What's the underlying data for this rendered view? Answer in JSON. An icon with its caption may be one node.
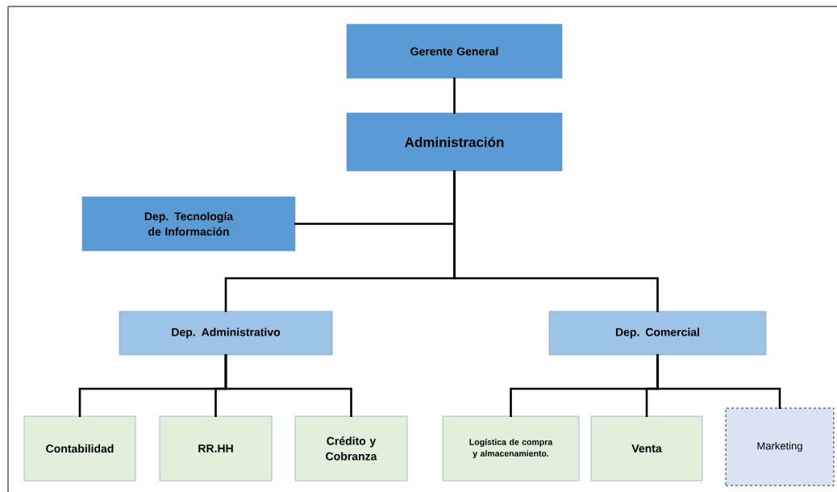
{
  "diagram": {
    "nodes": [
      {
        "text": [
          "Gerente General"
        ]
      },
      {
        "text": [
          "Administración"
        ]
      },
      {
        "text": [
          "Dep. Tecnología de Información"
        ]
      },
      {
        "text": [
          "Dep. Administrativo"
        ]
      },
      {
        "text": [
          "Dep. Comercial"
        ]
      },
      {
        "text": [
          "Contabilidad"
        ]
      },
      {
        "text": [
          "RR.HH"
        ]
      },
      {
        "text": [
          "Crédito y Cobranza"
        ]
      },
      {
        "text": [
          "Logística de compra y almacenamiento."
        ]
      },
      {
        "text": [
          "Venta"
        ]
      },
      {
        "text": [
          "Marketing"
        ]
      }
    ],
    "edges": [
      {
        "from": 0,
        "to": 1,
        "arrow": "none"
      },
      {
        "from": 1,
        "to": 2,
        "arrow": "none"
      },
      {
        "from": 1,
        "to": 3,
        "arrow": "none"
      },
      {
        "from": 1,
        "to": 4,
        "arrow": "none"
      },
      {
        "from": 3,
        "to": 5,
        "arrow": "none"
      },
      {
        "from": 3,
        "to": 6,
        "arrow": "none"
      },
      {
        "from": 3,
        "to": 7,
        "arrow": "none"
      },
      {
        "from": 4,
        "to": 8,
        "arrow": "none"
      },
      {
        "from": 4,
        "to": 9,
        "arrow": "none"
      },
      {
        "from": 4,
        "to": 10,
        "arrow": "none"
      }
    ]
  }
}
